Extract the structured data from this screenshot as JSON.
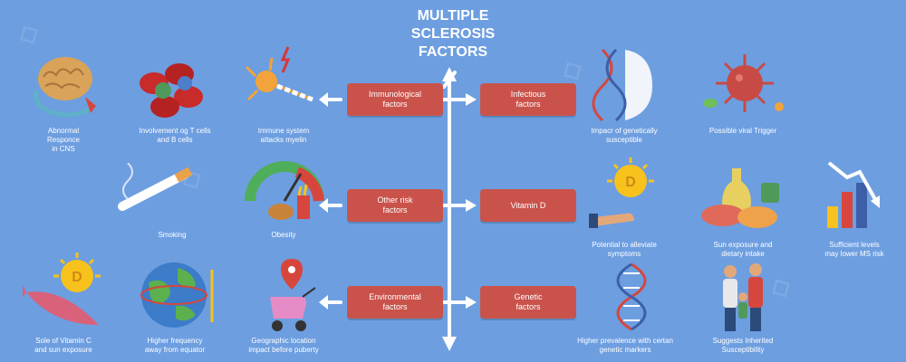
{
  "diagram": {
    "title_lines": [
      "MULTIPLE",
      "SCLEROSIS",
      "FACTORS"
    ],
    "factors": [
      {
        "id": "immunological",
        "lines": [
          "Immunological",
          "factors"
        ]
      },
      {
        "id": "infectious",
        "lines": [
          "Infectious",
          "factors"
        ]
      },
      {
        "id": "other-risk",
        "lines": [
          "Other risk",
          "factors"
        ]
      },
      {
        "id": "vitamin-d",
        "lines": [
          "Vitamin D"
        ]
      },
      {
        "id": "environmental",
        "lines": [
          "Environmental",
          "factors"
        ]
      },
      {
        "id": "genetic",
        "lines": [
          "Genetic",
          "factors"
        ]
      }
    ],
    "captions": [
      {
        "id": "abnormal-response",
        "lines": [
          "Abnormal",
          "Responce",
          "in CNS"
        ]
      },
      {
        "id": "t-b-cells",
        "lines": [
          "Involvement og T cells",
          "and B cells"
        ]
      },
      {
        "id": "attacks-myelin",
        "lines": [
          "Immune system",
          "attacks myelin"
        ]
      },
      {
        "id": "genetically-susceptible",
        "lines": [
          "Impacr of genetically",
          "susceptible"
        ]
      },
      {
        "id": "viral-trigger",
        "lines": [
          "Possible viral Trigger"
        ]
      },
      {
        "id": "smoking",
        "lines": [
          "Smoking"
        ]
      },
      {
        "id": "obesity",
        "lines": [
          "Obesity"
        ]
      },
      {
        "id": "alleviate",
        "lines": [
          "Potential to alleviate",
          "symptoms"
        ]
      },
      {
        "id": "sun-dietary",
        "lines": [
          "Sun exposure and",
          "dietary intake"
        ]
      },
      {
        "id": "sufficient-levels",
        "lines": [
          "Sufficient levels",
          "may lower MS risk"
        ]
      },
      {
        "id": "sole-vitamin-c",
        "lines": [
          "Sole of Vitamin C",
          "and sun exposure"
        ]
      },
      {
        "id": "higher-frequency",
        "lines": [
          "Higher frequency",
          "away from equator"
        ]
      },
      {
        "id": "geographic-location",
        "lines": [
          "Geographic location",
          "impact before puberty"
        ]
      },
      {
        "id": "genetic-markers",
        "lines": [
          "Higher prevalence with certan",
          "genetic markers"
        ]
      },
      {
        "id": "inherited",
        "lines": [
          "Suggests  Inherited",
          "Susceptibility"
        ]
      }
    ],
    "vitamin_d_letter": "D",
    "colors": {
      "background": "#6d9ee0",
      "factor_box": "#c9534b",
      "text": "#ffffff",
      "virus": "#c84a45",
      "sun": "#f7c21c"
    }
  }
}
